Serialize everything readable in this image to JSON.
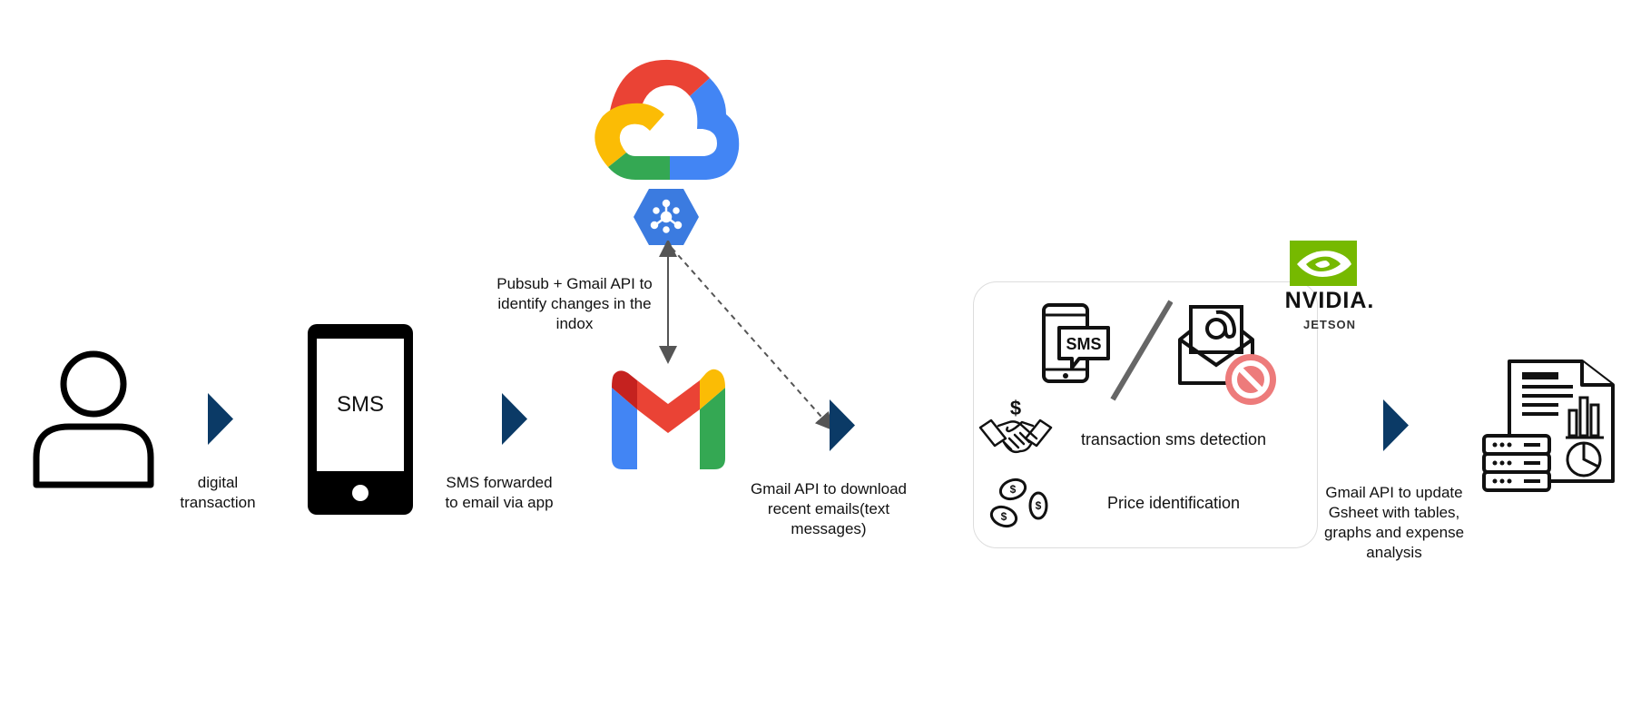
{
  "nodes": {
    "user": {
      "icon": "user-icon"
    },
    "phone": {
      "icon": "smartphone-icon",
      "screen_text": "SMS"
    },
    "cloud": {
      "icon": "google-cloud-icon",
      "colors": [
        "#EA4335",
        "#4285F4",
        "#34A853",
        "#FBBC05"
      ]
    },
    "pubsub": {
      "icon": "pubsub-hexagon-icon",
      "color": "#3B7BE0"
    },
    "gmail": {
      "icon": "gmail-icon",
      "colors": [
        "#EA4335",
        "#C5221F",
        "#4285F4",
        "#34A853",
        "#FBBC05"
      ]
    },
    "nvidia": {
      "icon": "nvidia-logo-icon",
      "wordmark": "NVIDIA.",
      "sub": "JETSON",
      "color": "#76B900"
    },
    "report": {
      "icon": "report-database-icon"
    }
  },
  "labels": {
    "digital_transaction": "digital\ntransaction",
    "sms_forwarded": "SMS forwarded\nto email via app",
    "pubsub_gmail": "Pubsub + Gmail API to\nidentify changes in the\nindox",
    "gmail_download": "Gmail API to download\nrecent emails(text\nmessages)",
    "gmail_update": "Gmail API to update\nGsheet with tables,\ngraphs and expense\nanalysis"
  },
  "panel": {
    "sms_icon_text": "SMS",
    "transaction_detection": "transaction sms detection",
    "price_identification": "Price identification",
    "icons": [
      "sms-phone-icon",
      "slash-divider",
      "email-blocked-icon",
      "handshake-dollar-icon",
      "coins-icon"
    ]
  },
  "colors": {
    "chevron": "#0B3A66",
    "ink": "#111111",
    "connector": "#555555"
  }
}
